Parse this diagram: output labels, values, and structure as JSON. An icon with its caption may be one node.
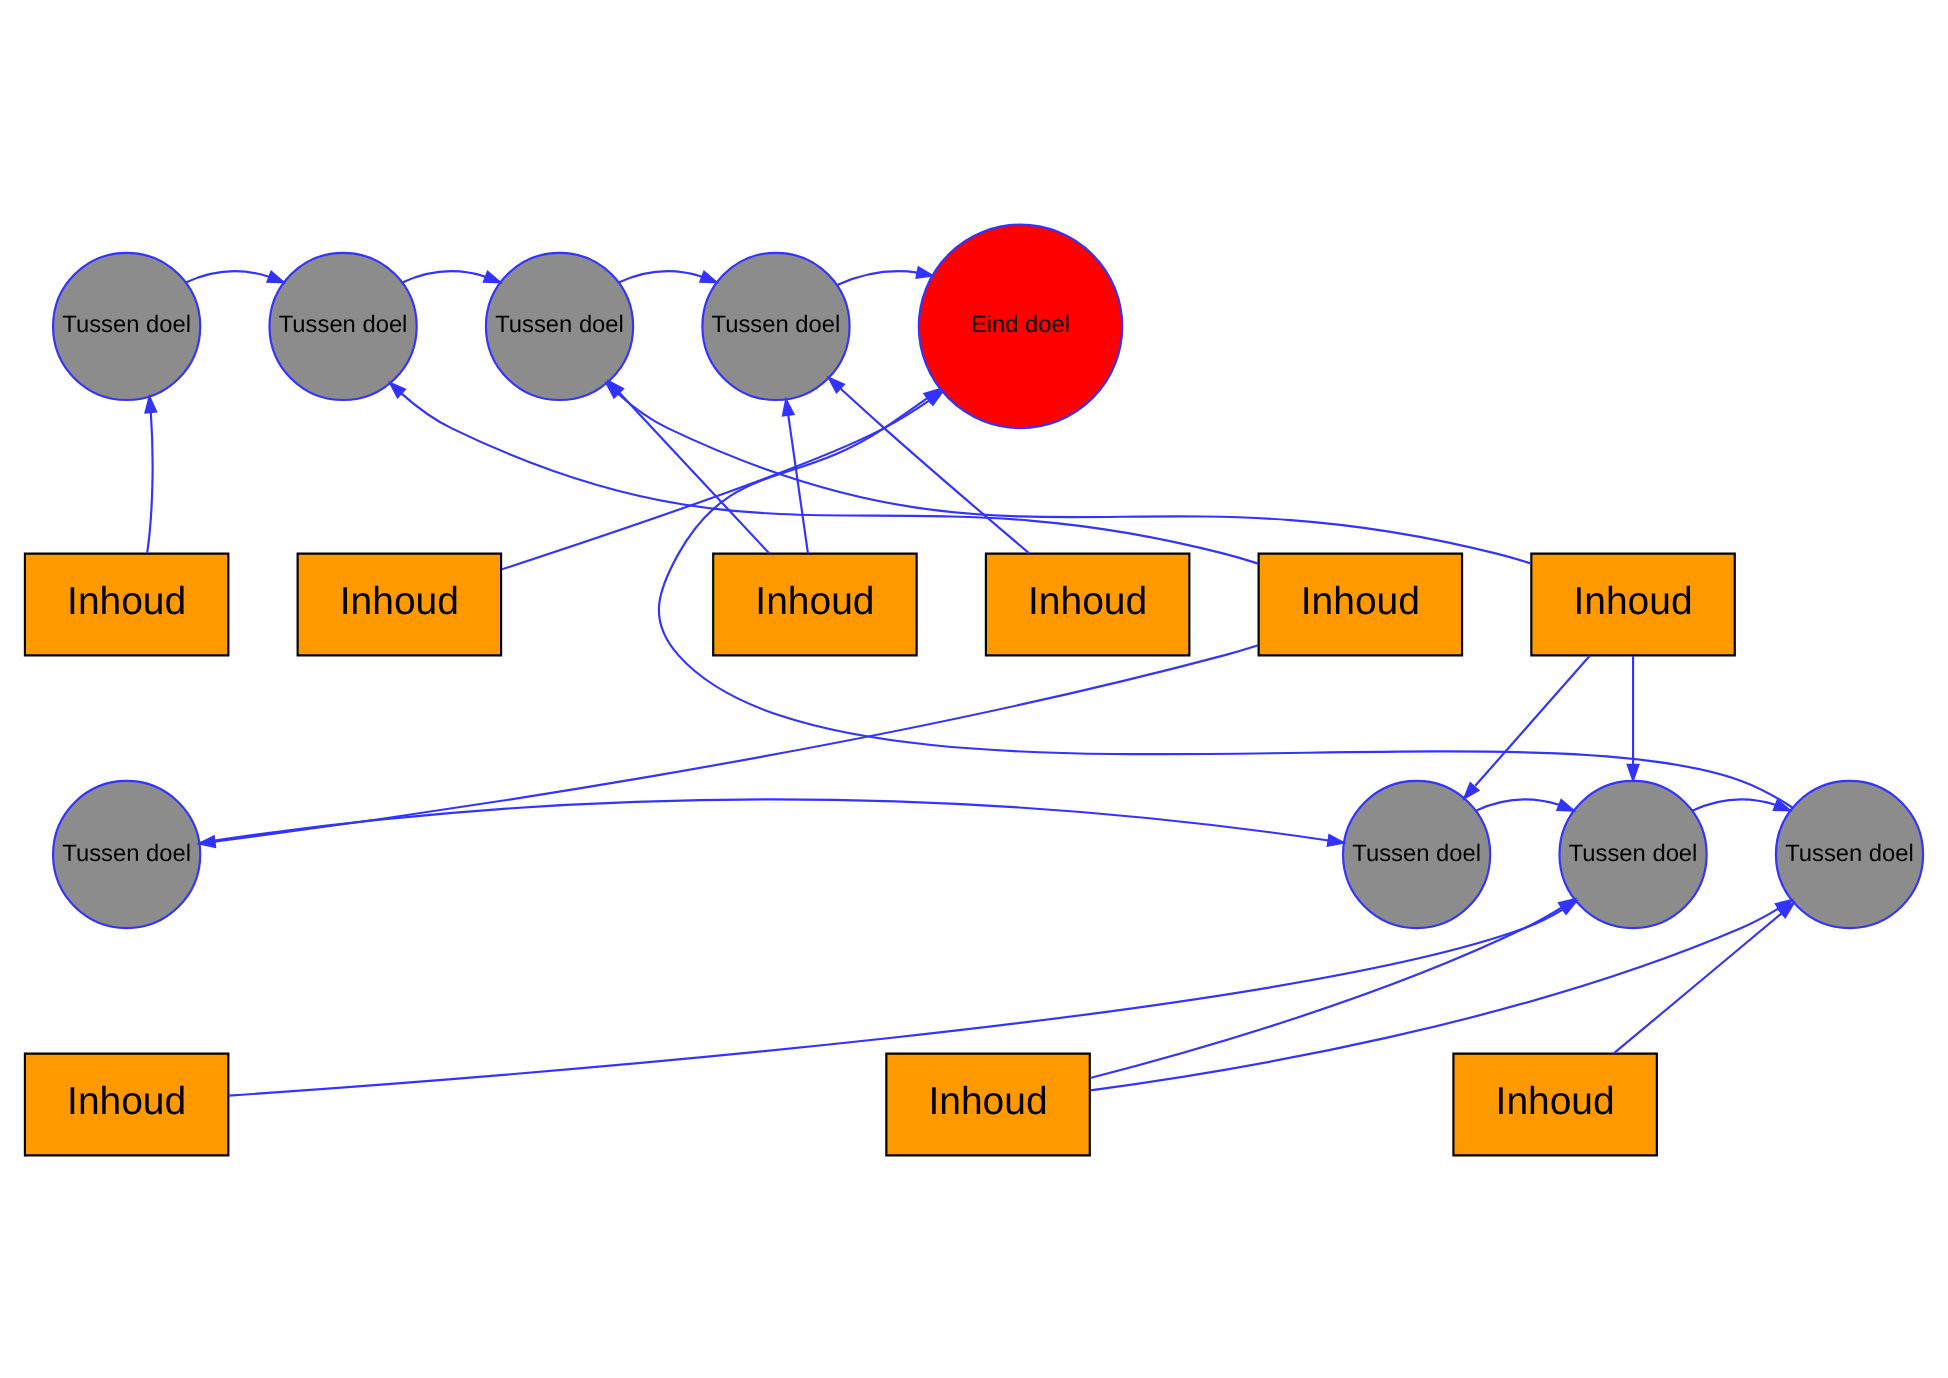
{
  "diagram": {
    "nodes": [
      {
        "text": [
          "Tussen doel"
        ]
      },
      {
        "text": [
          "Tussen doel"
        ]
      },
      {
        "text": [
          "Tussen doel"
        ]
      },
      {
        "text": [
          "Tussen doel"
        ]
      },
      {
        "text": [
          "Eind doel"
        ]
      },
      {
        "text": [
          "Inhoud"
        ]
      },
      {
        "text": [
          "Inhoud"
        ]
      },
      {
        "text": [
          "Inhoud"
        ]
      },
      {
        "text": [
          "Inhoud"
        ]
      },
      {
        "text": [
          "Inhoud"
        ]
      },
      {
        "text": [
          "Inhoud"
        ]
      },
      {
        "text": [
          "Tussen doel"
        ]
      },
      {
        "text": [
          "Tussen doel"
        ]
      },
      {
        "text": [
          "Tussen doel"
        ]
      },
      {
        "text": [
          "Tussen doel"
        ]
      },
      {
        "text": [
          "Inhoud"
        ]
      },
      {
        "text": [
          "Inhoud"
        ]
      },
      {
        "text": [
          "Inhoud"
        ]
      }
    ],
    "edges": [
      {
        "from": 0,
        "to": 1,
        "arrow": "to"
      },
      {
        "from": 1,
        "to": 2,
        "arrow": "to"
      },
      {
        "from": 2,
        "to": 3,
        "arrow": "to"
      },
      {
        "from": 3,
        "to": 4,
        "arrow": "to"
      },
      {
        "from": 5,
        "to": 0,
        "arrow": "to"
      },
      {
        "from": 6,
        "to": 1,
        "arrow": "to"
      },
      {
        "from": 7,
        "to": 2,
        "arrow": "to"
      },
      {
        "from": 8,
        "to": 2,
        "arrow": "to"
      },
      {
        "from": 8,
        "to": 3,
        "arrow": "to"
      },
      {
        "from": 9,
        "to": 3,
        "arrow": "to"
      },
      {
        "from": 10,
        "to": 4,
        "arrow": "to"
      },
      {
        "from": 6,
        "to": 11,
        "arrow": "to"
      },
      {
        "from": 7,
        "to": 12,
        "arrow": "to"
      },
      {
        "from": 7,
        "to": 13,
        "arrow": "to"
      },
      {
        "from": 11,
        "to": 12,
        "arrow": "to"
      },
      {
        "from": 12,
        "to": 13,
        "arrow": "to"
      },
      {
        "from": 13,
        "to": 14,
        "arrow": "to"
      },
      {
        "from": 14,
        "to": 4,
        "arrow": "to"
      },
      {
        "from": 15,
        "to": 13,
        "arrow": "to"
      },
      {
        "from": 16,
        "to": 13,
        "arrow": "to"
      },
      {
        "from": 16,
        "to": 14,
        "arrow": "to"
      },
      {
        "from": 17,
        "to": 14,
        "arrow": "to"
      }
    ]
  }
}
